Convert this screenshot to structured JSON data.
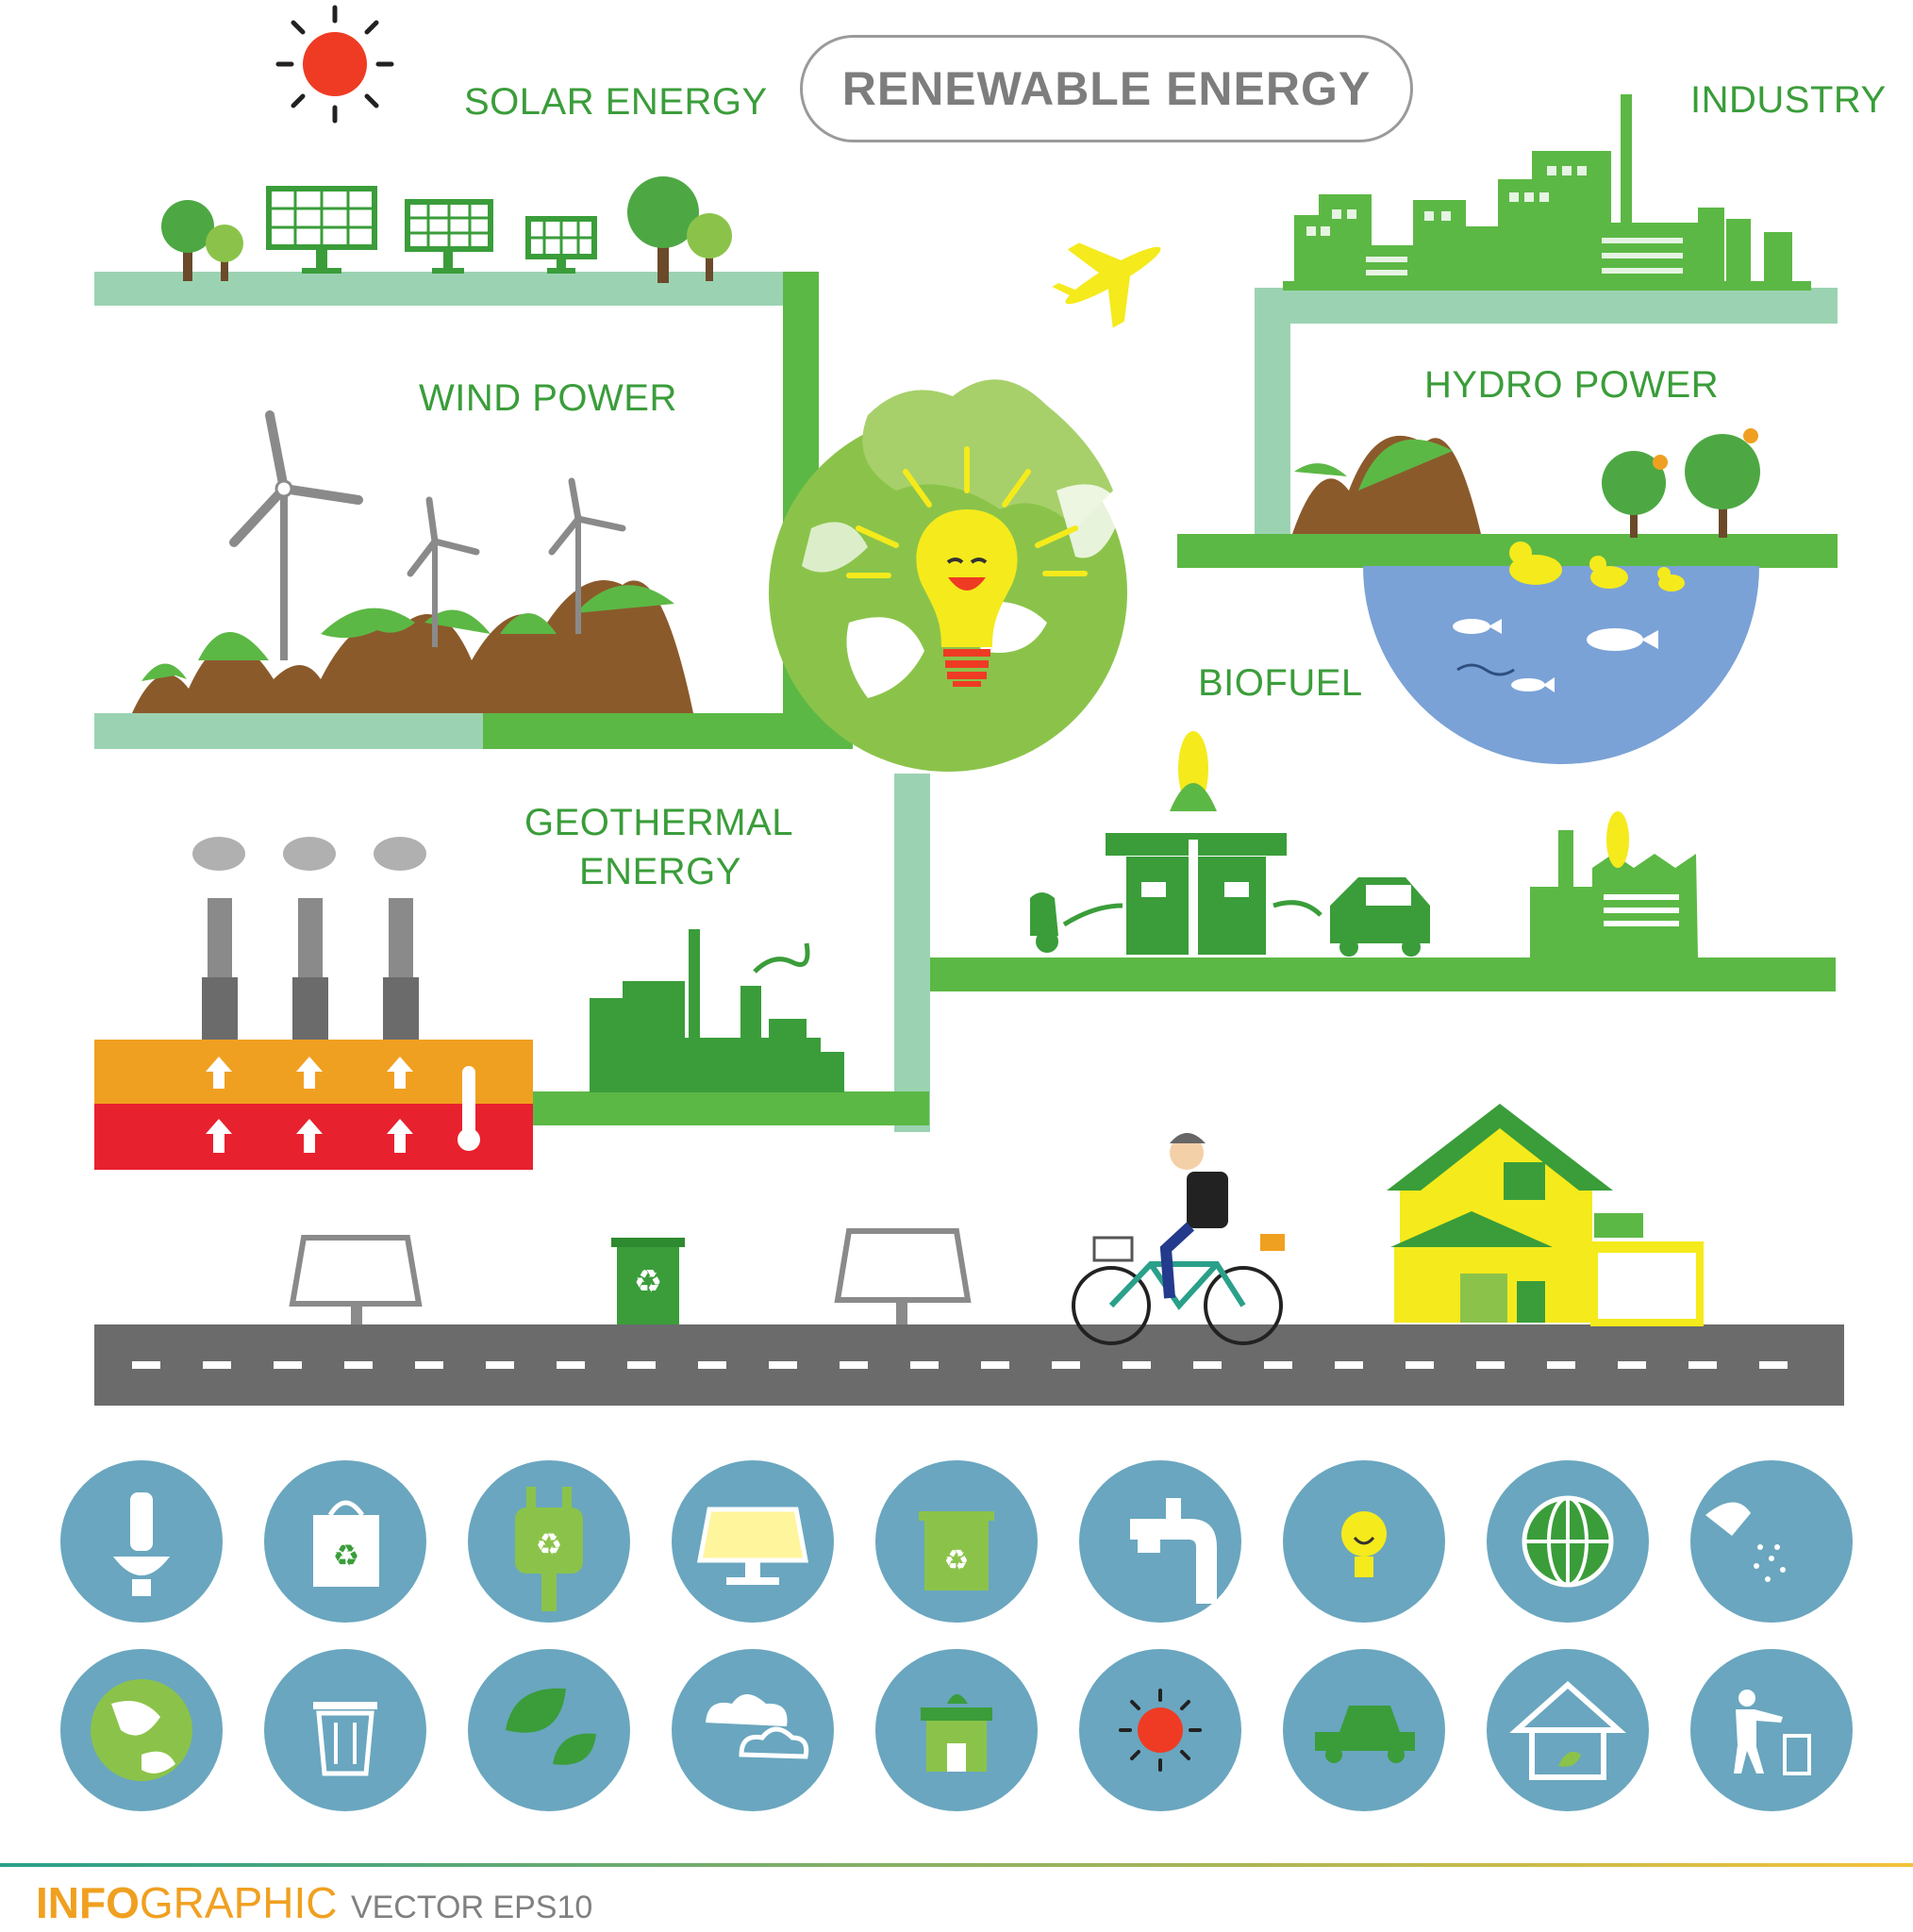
{
  "title": "RENEWABLE ENERGY",
  "sections": {
    "solar": "SOLAR ENERGY",
    "industry": "INDUSTRY",
    "wind": "WIND POWER",
    "hydro": "HYDRO POWER",
    "biofuel": "BIOFUEL",
    "geothermal_line1": "GEOTHERMAL",
    "geothermal_line2": "ENERGY"
  },
  "footer": {
    "brand_part1": "INFO",
    "brand_part2": "GRAPHIC",
    "vector": "VECTOR EPS10"
  },
  "icons_row1": [
    "cfl-bulb-icon",
    "recycle-bag-icon",
    "recycle-plug-icon",
    "solar-panel-icon",
    "recycle-bin-icon",
    "water-tap-icon",
    "smiling-bulb-icon",
    "globe-icon",
    "shower-icon"
  ],
  "icons_row2": [
    "earth-icon",
    "trash-can-icon",
    "leaves-icon",
    "clouds-icon",
    "green-shop-icon",
    "sun-icon",
    "car-icon",
    "eco-house-icon",
    "dispose-waste-icon"
  ],
  "colors": {
    "green": "#3a9d3a",
    "light_green": "#9bd3b2",
    "bright_green": "#5cb845",
    "icon_circle": "#6aa6bf",
    "road": "#6b6b6c",
    "sun": "#ef3b24",
    "yellow": "#f5ea1c",
    "water": "#7aa2d6"
  }
}
